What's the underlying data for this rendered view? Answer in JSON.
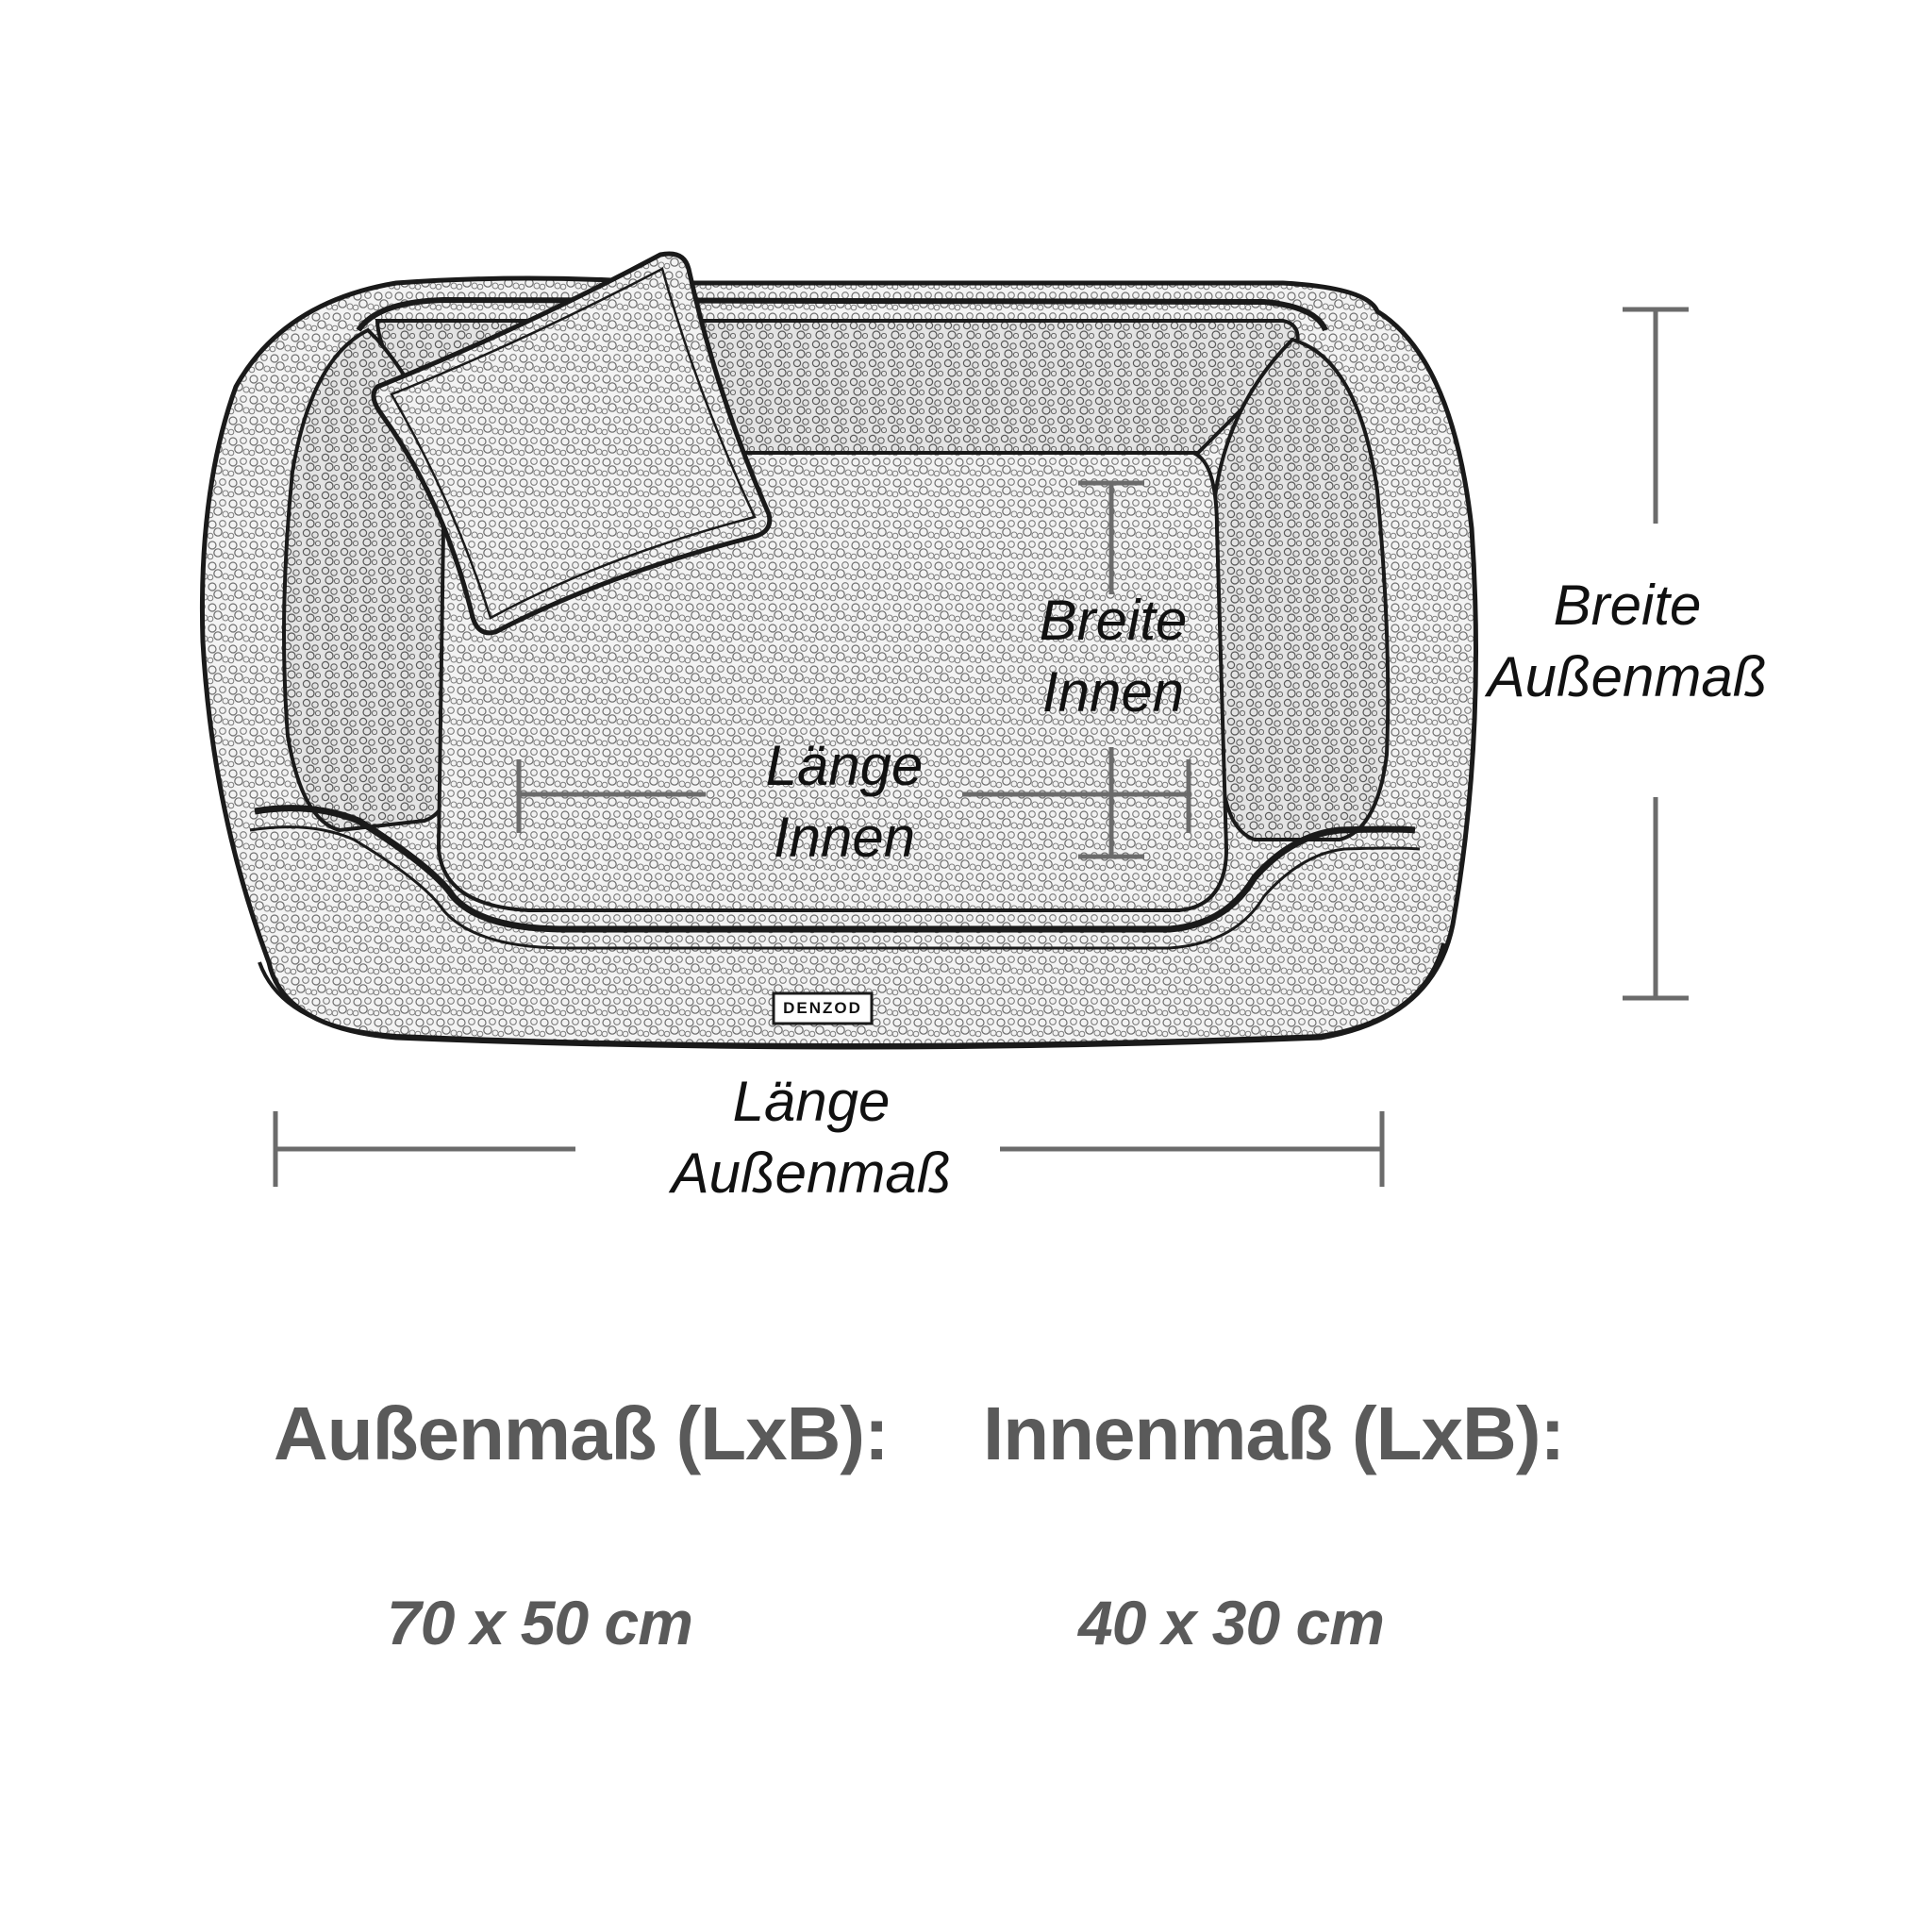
{
  "diagram": {
    "inner_width_label": [
      "Breite",
      "Innen"
    ],
    "inner_length_label": [
      "Länge",
      "Innen"
    ],
    "outer_width_label": [
      "Breite",
      "Außenmaß"
    ],
    "outer_length_label": [
      "Länge",
      "Außenmaß"
    ],
    "brand_tag": "DENZOD"
  },
  "dimensions": {
    "outer_header": "Außenmaß (LxB):",
    "outer_value": "70 x 50 cm",
    "inner_header": "Innenmaß (LxB):",
    "inner_value": "40 x 30 cm"
  },
  "colors": {
    "dimension_line": "#6b6b6b",
    "text_dark": "#111111",
    "text_grey": "#5a5a5a",
    "bed_fill": "#f1f1f1",
    "outline": "#1a1a1a"
  }
}
